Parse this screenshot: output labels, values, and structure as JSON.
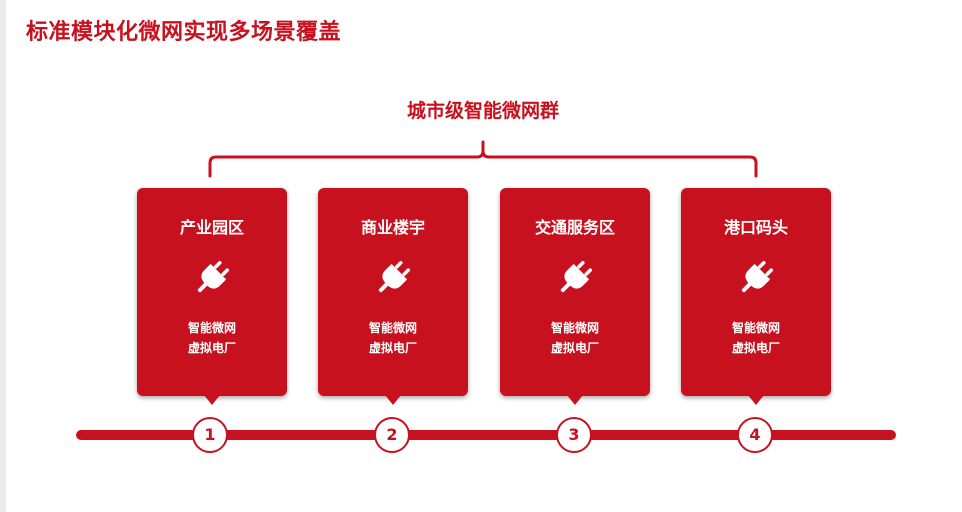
{
  "title": "标准模块化微网实现多场景覆盖",
  "group_title": "城市级智能微网群",
  "accent_color": "#c8111e",
  "cards": [
    {
      "title": "产业园区",
      "icon": "plug-icon",
      "line1": "智能微网",
      "line2": "虚拟电厂",
      "step": "1"
    },
    {
      "title": "商业楼宇",
      "icon": "plug-icon",
      "line1": "智能微网",
      "line2": "虚拟电厂",
      "step": "2"
    },
    {
      "title": "交通服务区",
      "icon": "plug-icon",
      "line1": "智能微网",
      "line2": "虚拟电厂",
      "step": "3"
    },
    {
      "title": "港口码头",
      "icon": "plug-icon",
      "line1": "智能微网",
      "line2": "虚拟电厂",
      "step": "4"
    }
  ]
}
